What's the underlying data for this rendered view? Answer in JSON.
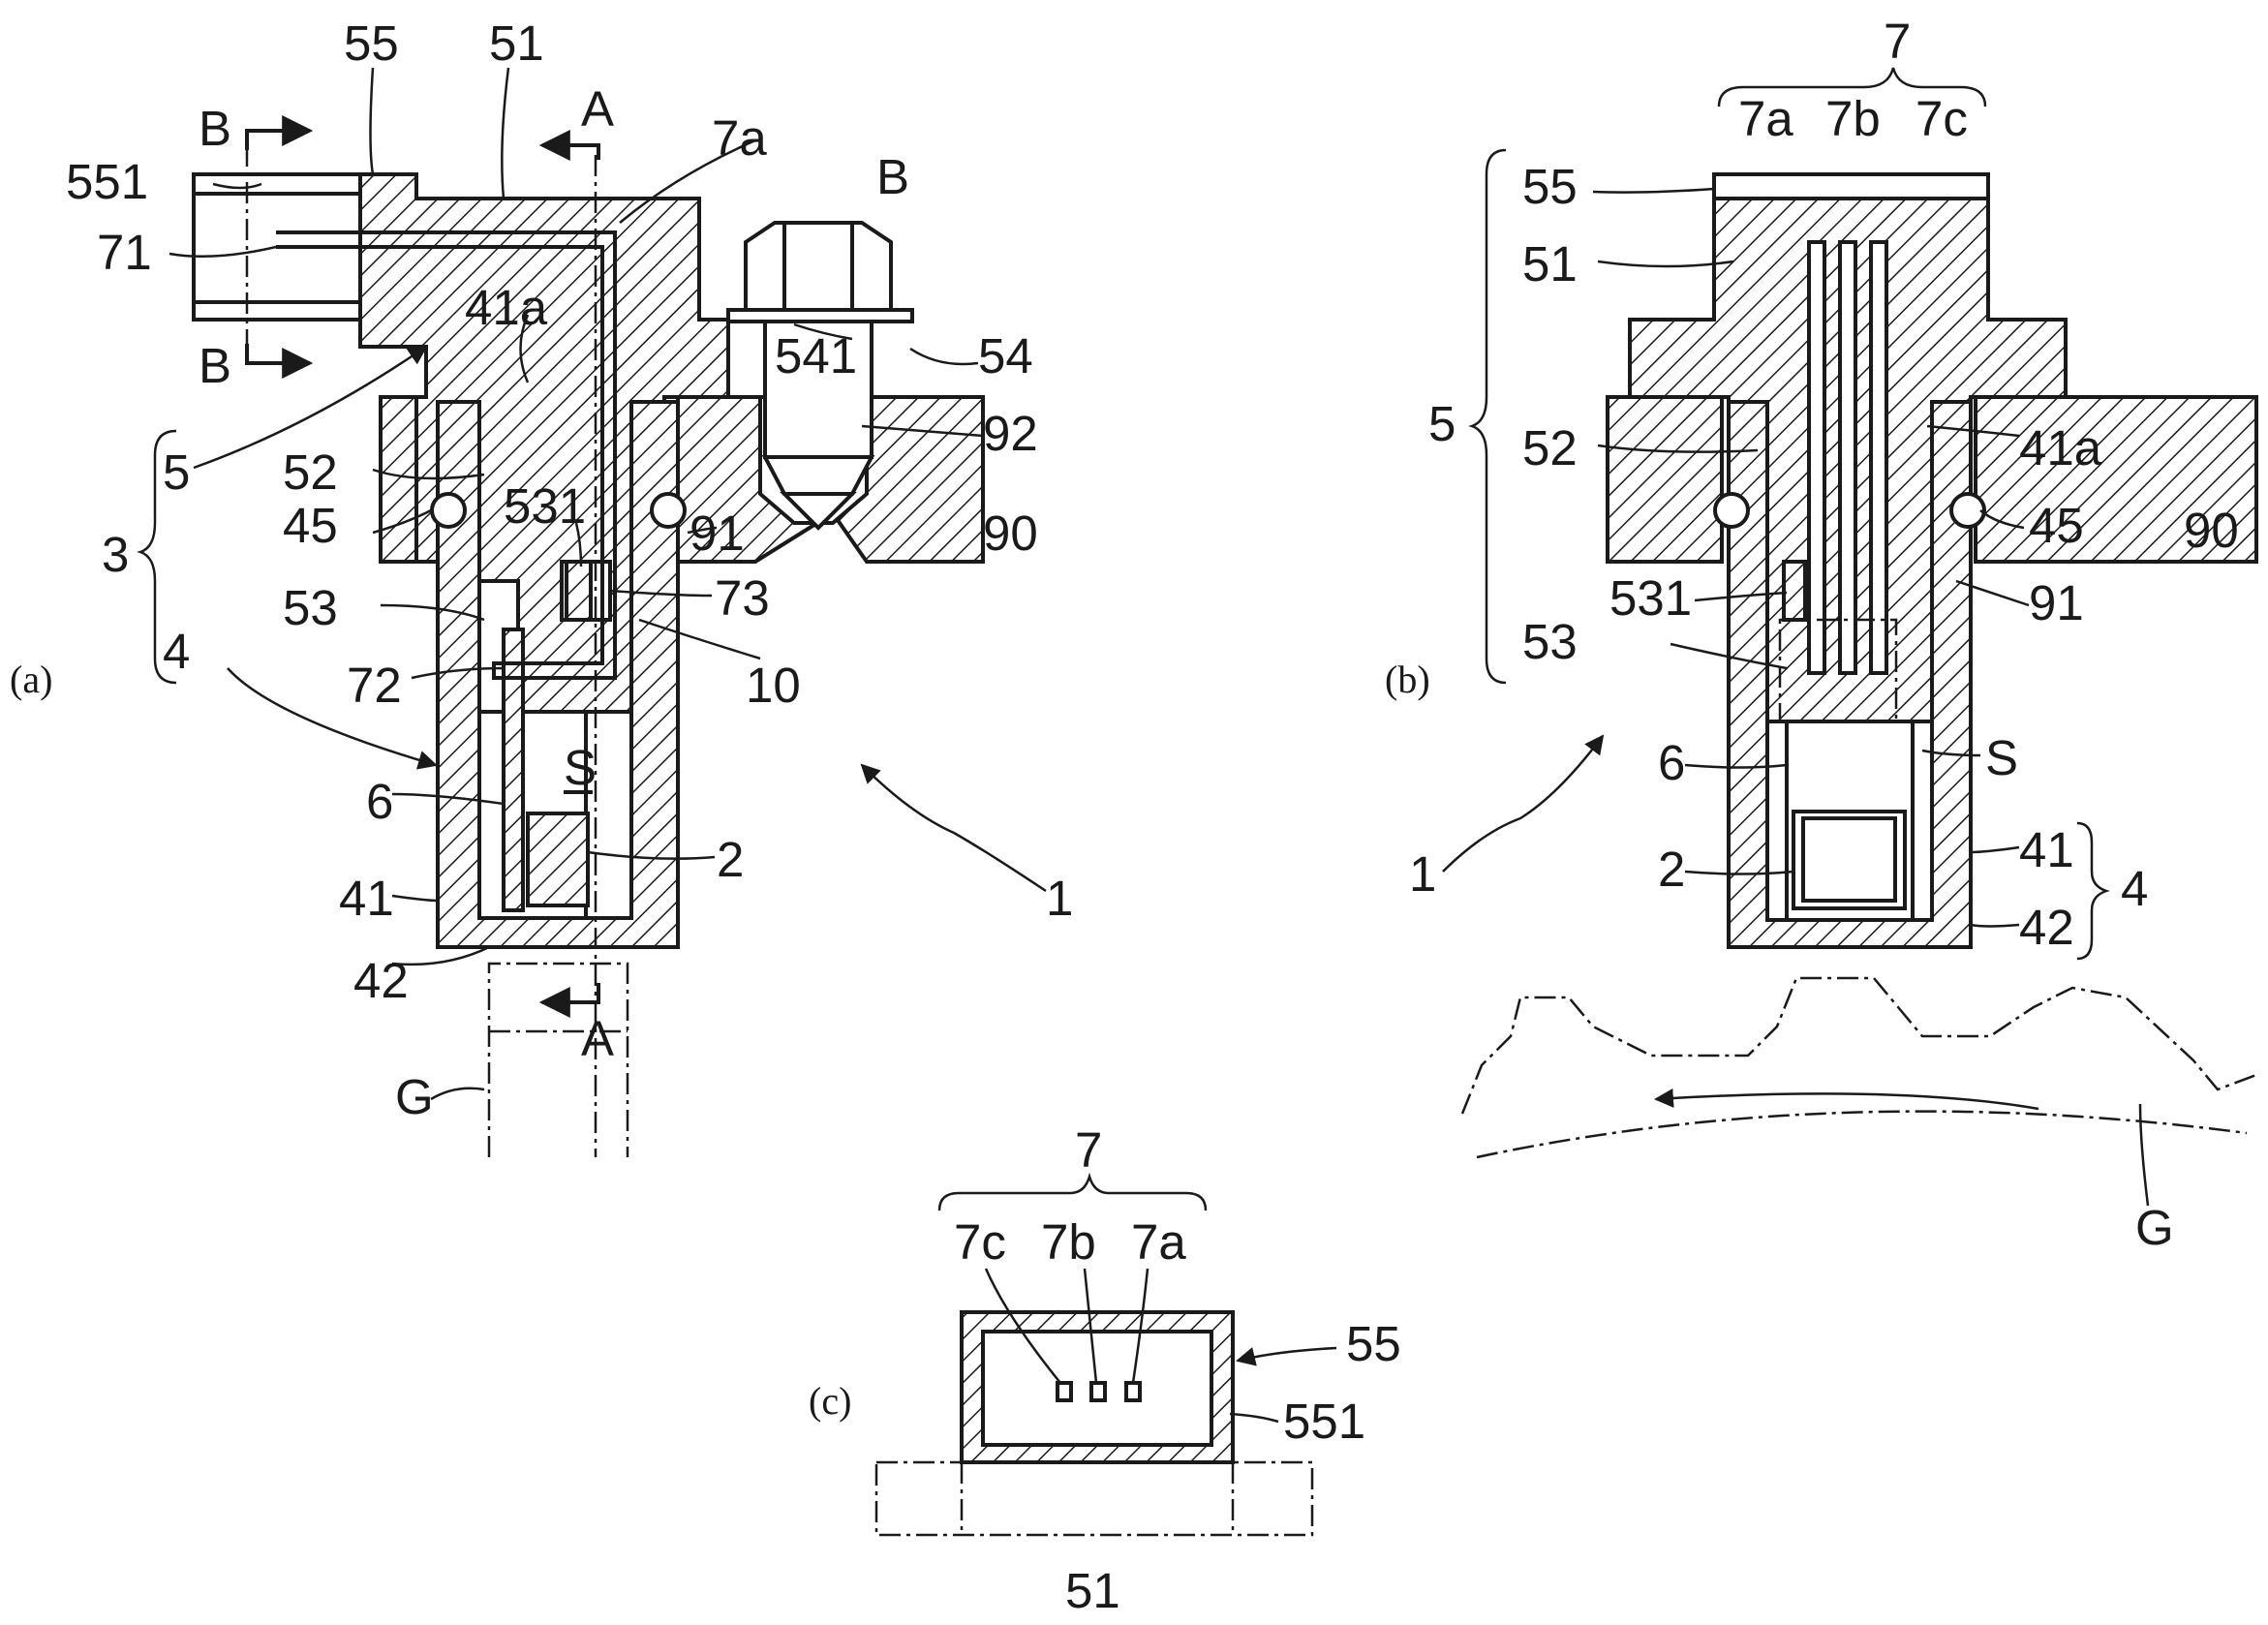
{
  "panel_labels": {
    "a": "(a)",
    "b": "(b)",
    "c": "(c)"
  },
  "fig_a": {
    "55": "55",
    "51": "51",
    "A_top": "A",
    "7a": "7a",
    "B_bolt": "B",
    "551": "551",
    "B_top": "B",
    "71": "71",
    "41a": "41a",
    "B_bottom": "B",
    "541": "541",
    "54": "54",
    "92": "92",
    "5": "5",
    "52": "52",
    "531": "531",
    "45": "45",
    "91": "91",
    "90": "90",
    "3": "3",
    "53": "53",
    "73": "73",
    "4": "4",
    "72": "72",
    "10": "10",
    "6": "6",
    "S": "S",
    "2": "2",
    "41": "41",
    "1": "1",
    "42": "42",
    "A_bottom": "A",
    "G": "G"
  },
  "fig_b": {
    "7": "7",
    "7a": "7a",
    "7b": "7b",
    "7c": "7c",
    "55": "55",
    "51": "51",
    "5": "5",
    "52": "52",
    "41a": "41a",
    "45_right": "45",
    "90": "90",
    "531": "531",
    "91": "91",
    "53": "53",
    "6": "6",
    "S": "S",
    "1": "1",
    "2": "2",
    "41": "41",
    "4": "4",
    "42": "42",
    "G": "G"
  },
  "fig_c": {
    "7": "7",
    "7c": "7c",
    "7b": "7b",
    "7a": "7a",
    "55": "55",
    "551": "551",
    "51": "51"
  }
}
